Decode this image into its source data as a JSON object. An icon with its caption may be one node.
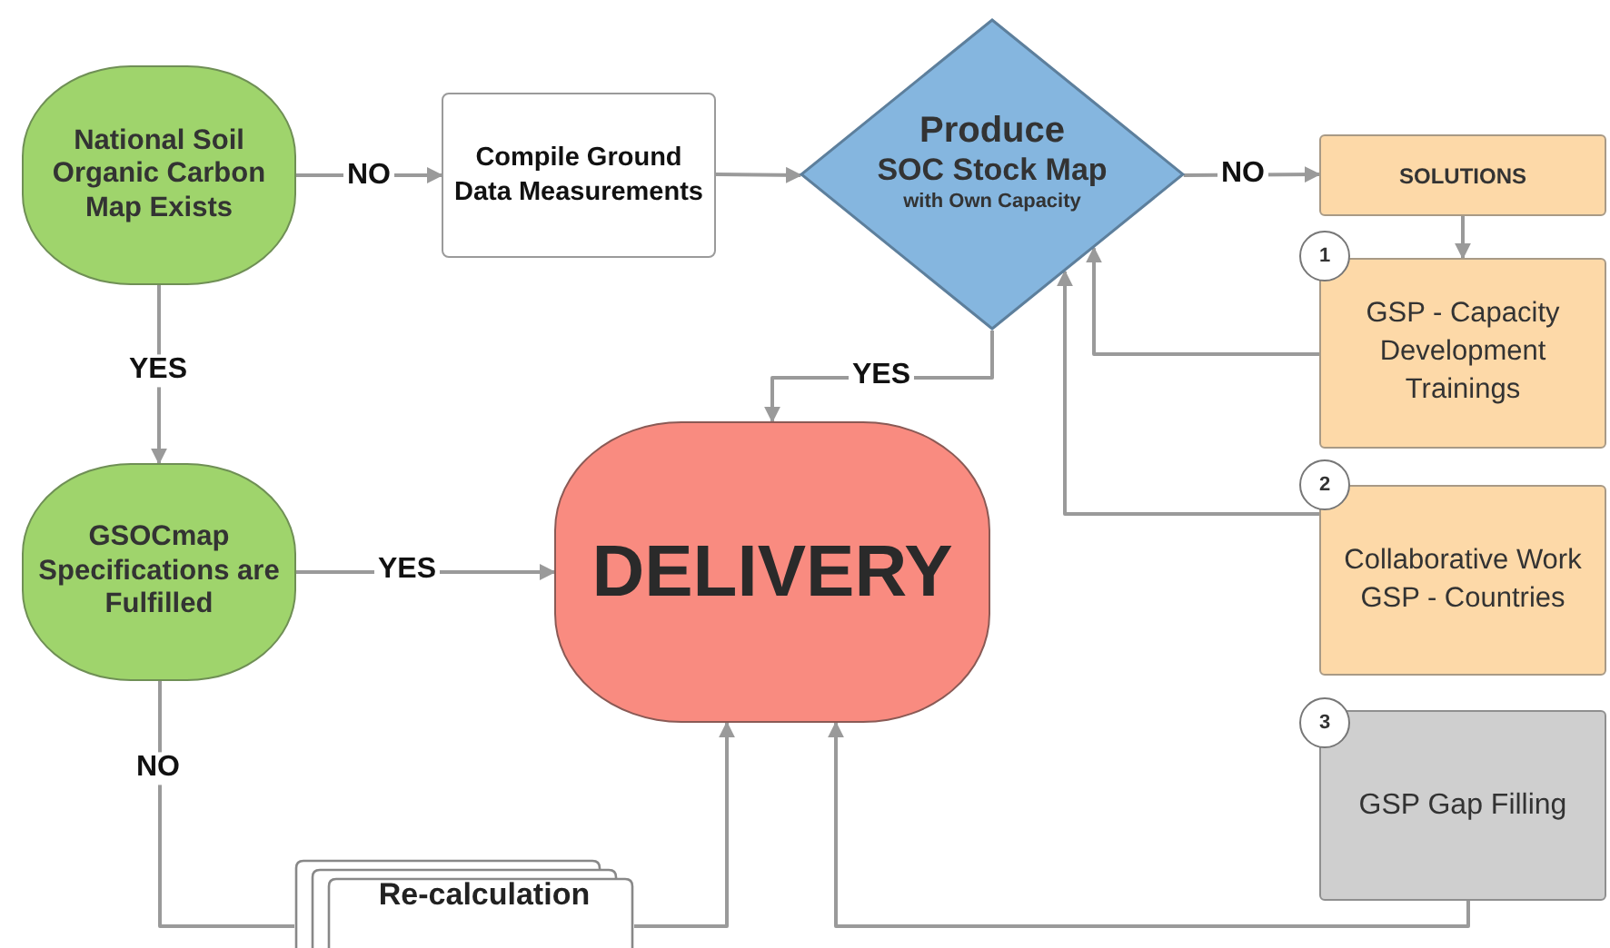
{
  "diagram": {
    "nodes": [
      {
        "text": [
          "National Soil Organic Carbon Map Exists"
        ]
      },
      {
        "text": [
          "Compile Ground Data Measurements"
        ]
      },
      {
        "text": [
          "Produce",
          "SOC Stock Map",
          "with Own Capacity"
        ]
      },
      {
        "text": [
          "SOLUTIONS"
        ]
      },
      {
        "text": [
          "1"
        ]
      },
      {
        "text": [
          "GSP - Capacity Development Trainings"
        ]
      },
      {
        "text": [
          "2"
        ]
      },
      {
        "text": [
          "Collaborative Work GSP - Countries"
        ]
      },
      {
        "text": [
          "3"
        ]
      },
      {
        "text": [
          "GSP Gap Filling"
        ]
      },
      {
        "text": [
          "GSOCmap Specifications are Fulfilled"
        ]
      },
      {
        "text": [
          "DELIVERY"
        ]
      },
      {
        "text": [
          "Re-calculation"
        ]
      }
    ],
    "edges": [
      {
        "from": 0,
        "to": 1,
        "arrow": "to",
        "label": "NO"
      },
      {
        "from": 1,
        "to": 2,
        "arrow": "to"
      },
      {
        "from": 2,
        "to": 3,
        "arrow": "to",
        "label": "NO"
      },
      {
        "from": 3,
        "to": 5,
        "arrow": "to"
      },
      {
        "from": 5,
        "to": 2,
        "arrow": "to"
      },
      {
        "from": 7,
        "to": 2,
        "arrow": "to"
      },
      {
        "from": 2,
        "to": 11,
        "arrow": "to",
        "label": "YES"
      },
      {
        "from": 0,
        "to": 10,
        "arrow": "to",
        "label": "YES"
      },
      {
        "from": 10,
        "to": 11,
        "arrow": "to",
        "label": "YES"
      },
      {
        "from": 10,
        "to": 12,
        "arrow": "none",
        "label": "NO"
      },
      {
        "from": 12,
        "to": 11,
        "arrow": "to"
      },
      {
        "from": 9,
        "to": 11,
        "arrow": "to"
      }
    ]
  }
}
